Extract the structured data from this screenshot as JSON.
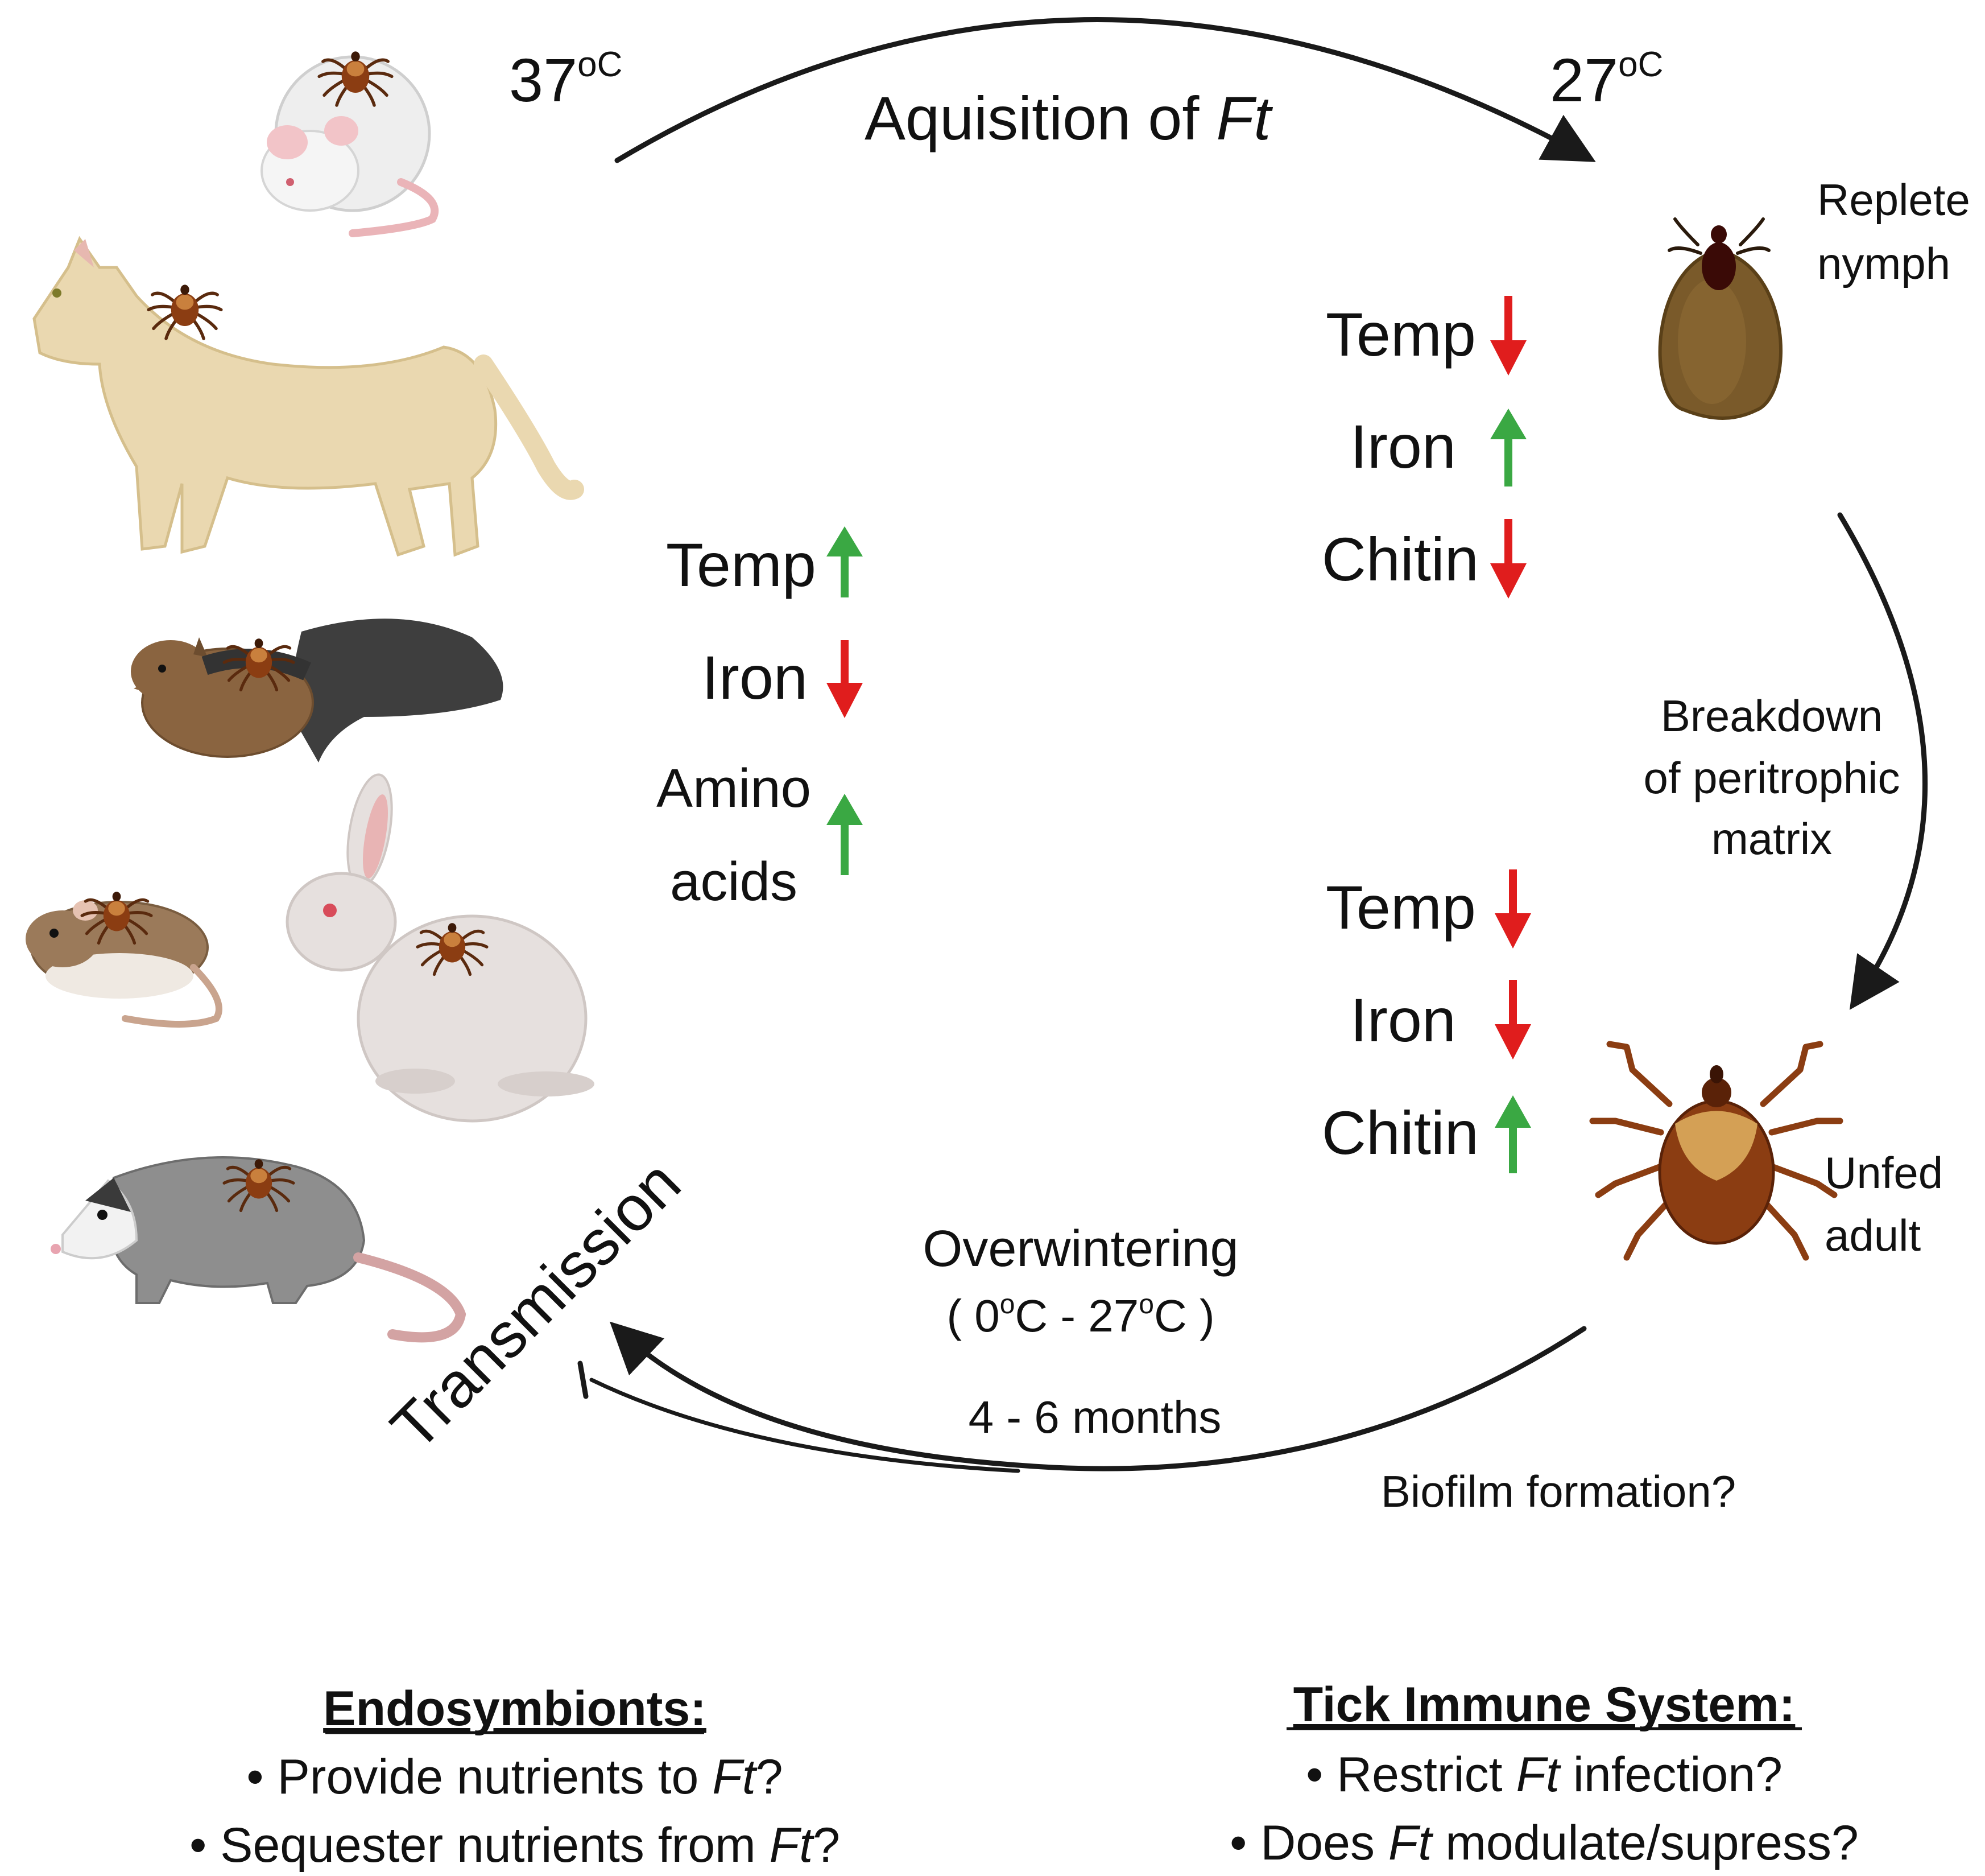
{
  "cycle": {
    "acquisition": {
      "label": "Aquisition of ",
      "organism": "Ft"
    },
    "temp_host": {
      "value": "37",
      "unit": "oC"
    },
    "temp_tick": {
      "value": "27",
      "unit": "oC"
    },
    "replete_nymph": [
      "Replete",
      "nymph"
    ],
    "breakdown": [
      "Breakdown",
      "of peritrophic",
      "matrix"
    ],
    "unfed_adult": [
      "Unfed",
      "adult"
    ],
    "overwintering": {
      "title": "Overwintering",
      "range_open": "( 0",
      "range_mid": "C - 27",
      "range_close": "C )",
      "deg": "o",
      "duration": "4 - 6 months"
    },
    "biofilm": "Biofilm formation?",
    "transmission": "Transmission"
  },
  "conditions": {
    "host": [
      {
        "label": "Temp",
        "direction": "up"
      },
      {
        "label": "Iron",
        "direction": "down"
      },
      {
        "label": [
          "Amino",
          "acids"
        ],
        "direction": "up"
      }
    ],
    "nymph": [
      {
        "label": "Temp",
        "direction": "down"
      },
      {
        "label": "Iron",
        "direction": "up"
      },
      {
        "label": "Chitin",
        "direction": "down"
      }
    ],
    "adult": [
      {
        "label": "Temp",
        "direction": "down"
      },
      {
        "label": "Iron",
        "direction": "down"
      },
      {
        "label": "Chitin",
        "direction": "up"
      }
    ]
  },
  "hosts": [
    "mouse",
    "cat",
    "squirrel",
    "deer-mouse",
    "rabbit",
    "opossum"
  ],
  "endosymbionts": {
    "heading": "Endosymbionts:",
    "items": [
      {
        "before": "Provide nutrients to ",
        "ft": "Ft",
        "after": "?"
      },
      {
        "before": "Sequester nutrients from ",
        "ft": "Ft",
        "after": "?"
      }
    ]
  },
  "immune": {
    "heading": "Tick Immune System:",
    "items": [
      {
        "before": "Restrict ",
        "ft": "Ft",
        "after": " infection?"
      },
      {
        "before": "Does ",
        "ft": "Ft",
        "after": " modulate/supress?"
      }
    ]
  },
  "colors": {
    "up": "#3aa843",
    "down": "#e01d1d",
    "arrow": "#1a1a1a",
    "text": "#111111"
  }
}
